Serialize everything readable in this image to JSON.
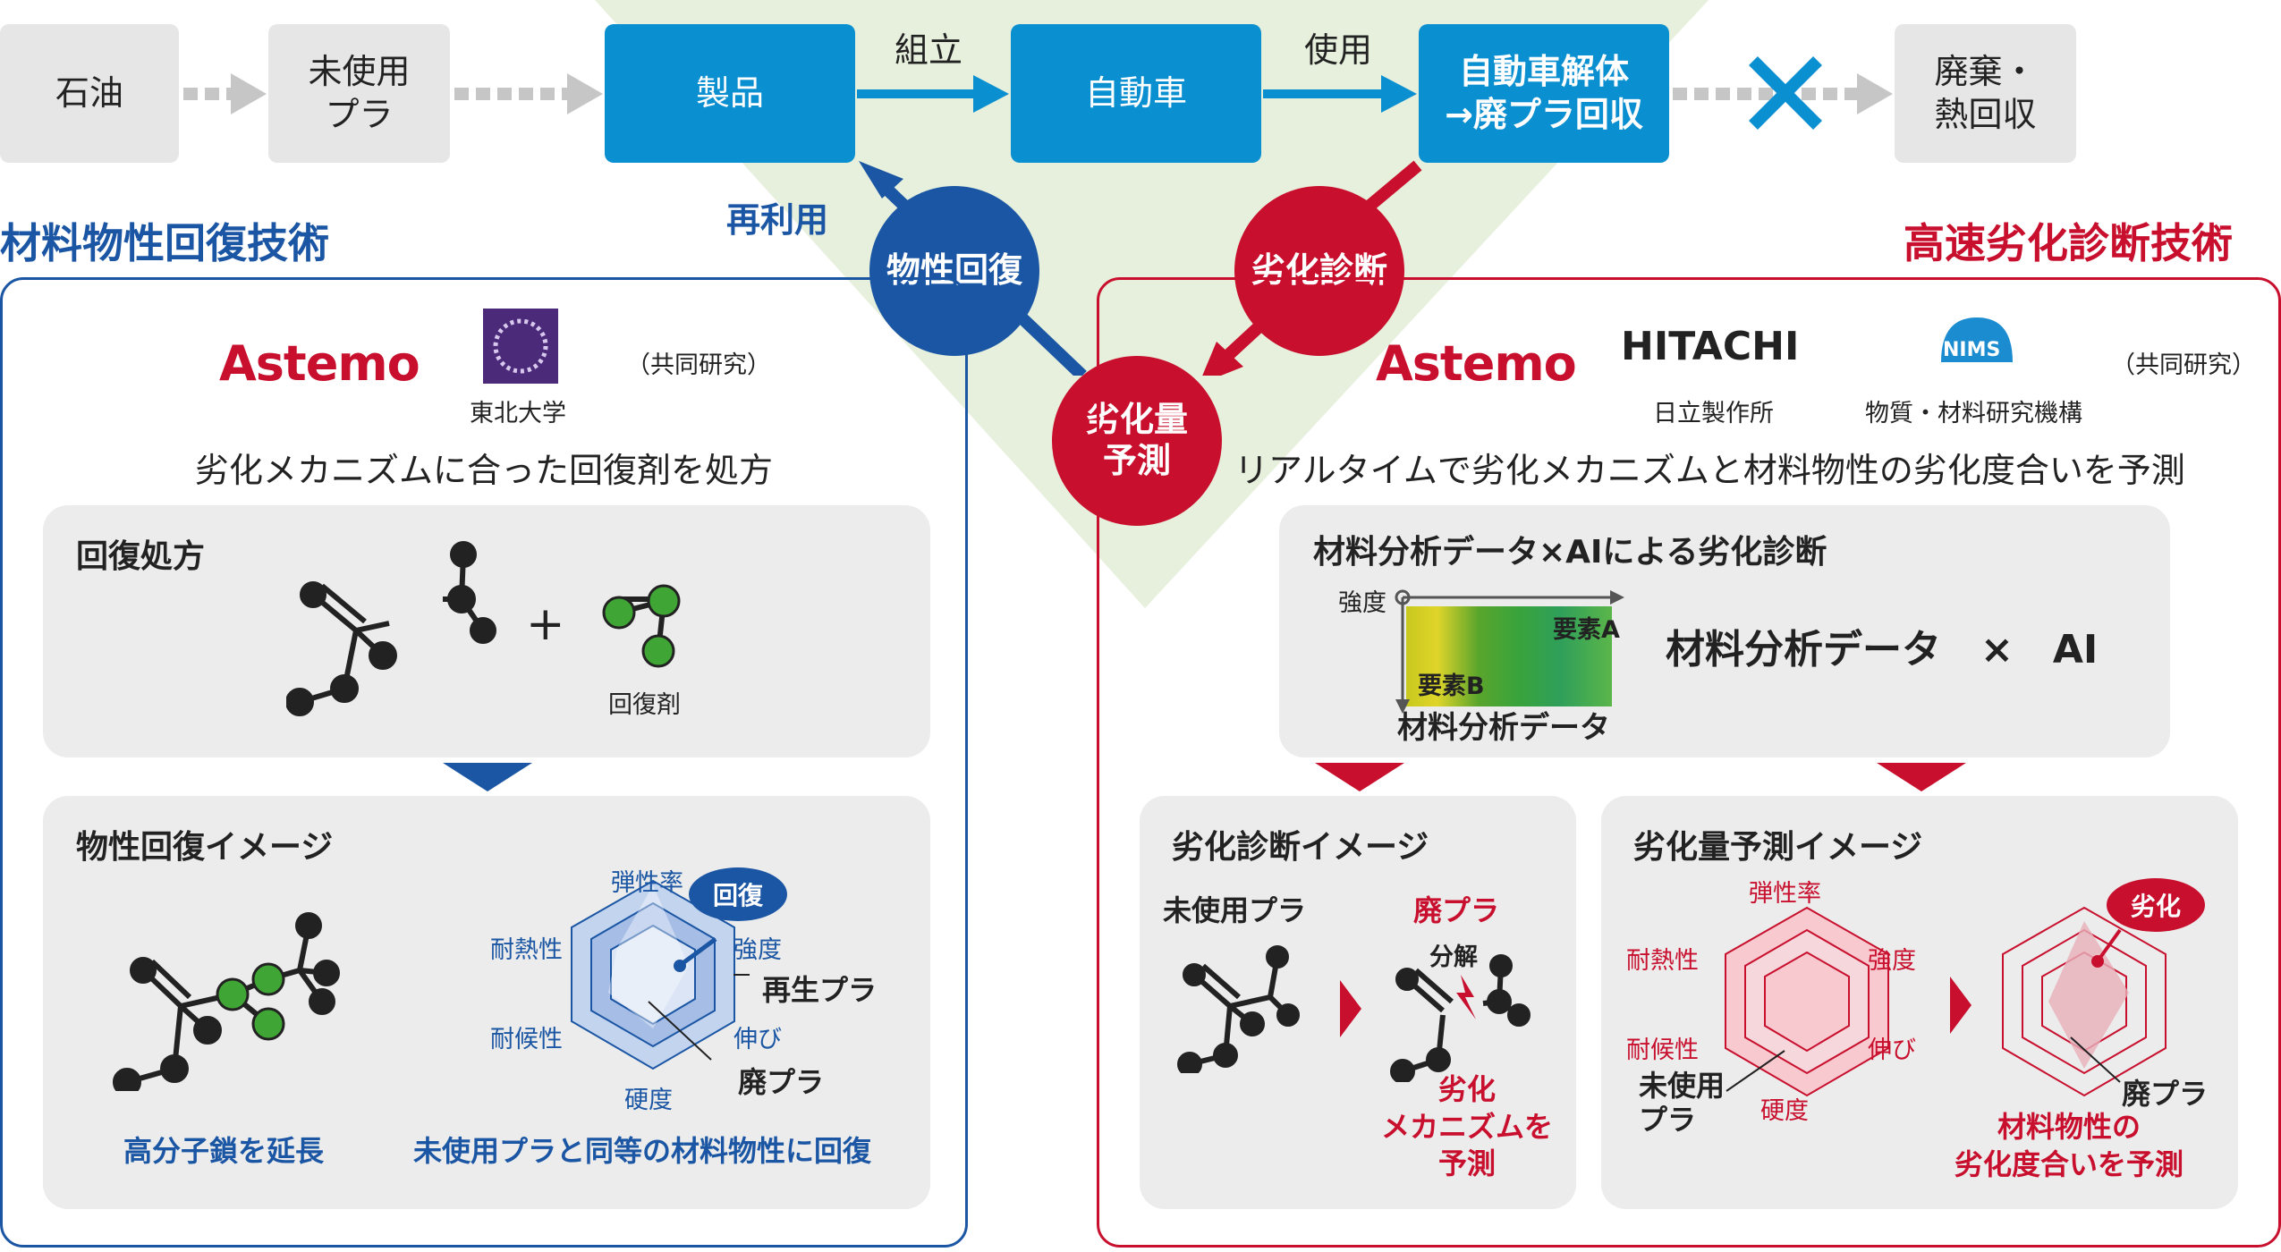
{
  "flow": {
    "oil": "石油",
    "unused_plastic": "未使用\nプラ",
    "product": "製品",
    "assemble": "組立",
    "car": "自動車",
    "use": "使用",
    "dismantle": "自動車解体\n→廃プラ回収",
    "disposal": "廃棄・\n熱回収",
    "reuse": "再利用"
  },
  "circles": {
    "recovery": "物性回復",
    "diagnosis": "劣化診断",
    "prediction": "劣化量\n予測"
  },
  "left": {
    "heading": "材料物性回復技術",
    "logo_astemo": "Astemo",
    "tohoku": "東北大学",
    "joint": "（共同研究）",
    "subtitle": "劣化メカニズムに合った回復剤を処方",
    "panel1": {
      "title": "回復処方",
      "agent": "回復剤",
      "plus": "+"
    },
    "panel2": {
      "title": "物性回復イメージ",
      "radar": {
        "elasticity": "弾性率",
        "strength": "強度",
        "heat": "耐熱性",
        "weather": "耐候性",
        "elongation": "伸び",
        "hardness": "硬度"
      },
      "recover_badge": "回復",
      "recycled": "再生プラ",
      "waste": "廃プラ",
      "caption_left": "高分子鎖を延長",
      "caption_right": "未使用プラと同等の材料物性に回復"
    }
  },
  "right": {
    "heading": "高速劣化診断技術",
    "logo_astemo": "Astemo",
    "logo_hitachi": "HITACHI",
    "hitachi_name": "日立製作所",
    "logo_nims": "NIMS",
    "nims_name": "物質・材料研究機構",
    "joint": "（共同研究）",
    "subtitle": "リアルタイムで劣化メカニズムと材料物性の劣化度合いを予測",
    "analysis": {
      "title": "材料分析データ×AIによる劣化診断",
      "axis_strength": "強度",
      "element_a": "要素A",
      "element_b": "要素B",
      "data_label": "材料分析データ",
      "formula": "材料分析データ　×　AI"
    },
    "panel_diag": {
      "title": "劣化診断イメージ",
      "unused": "未使用プラ",
      "waste": "廃プラ",
      "decomp": "分解",
      "caption": "劣化\nメカニズムを\n予測"
    },
    "panel_pred": {
      "title": "劣化量予測イメージ",
      "radar": {
        "elasticity": "弾性率",
        "strength": "強度",
        "heat": "耐熱性",
        "weather": "耐候性",
        "elongation": "伸び",
        "hardness": "硬度"
      },
      "unused": "未使用\nプラ",
      "degrade_badge": "劣化",
      "waste": "廃プラ",
      "caption": "材料物性の\n劣化度合いを予測"
    }
  },
  "colors": {
    "blue": "#1b56a4",
    "red": "#c8102e",
    "cyan": "#0a8fd0",
    "green": "#e6f0dc",
    "molecule_green": "#3fa535"
  }
}
